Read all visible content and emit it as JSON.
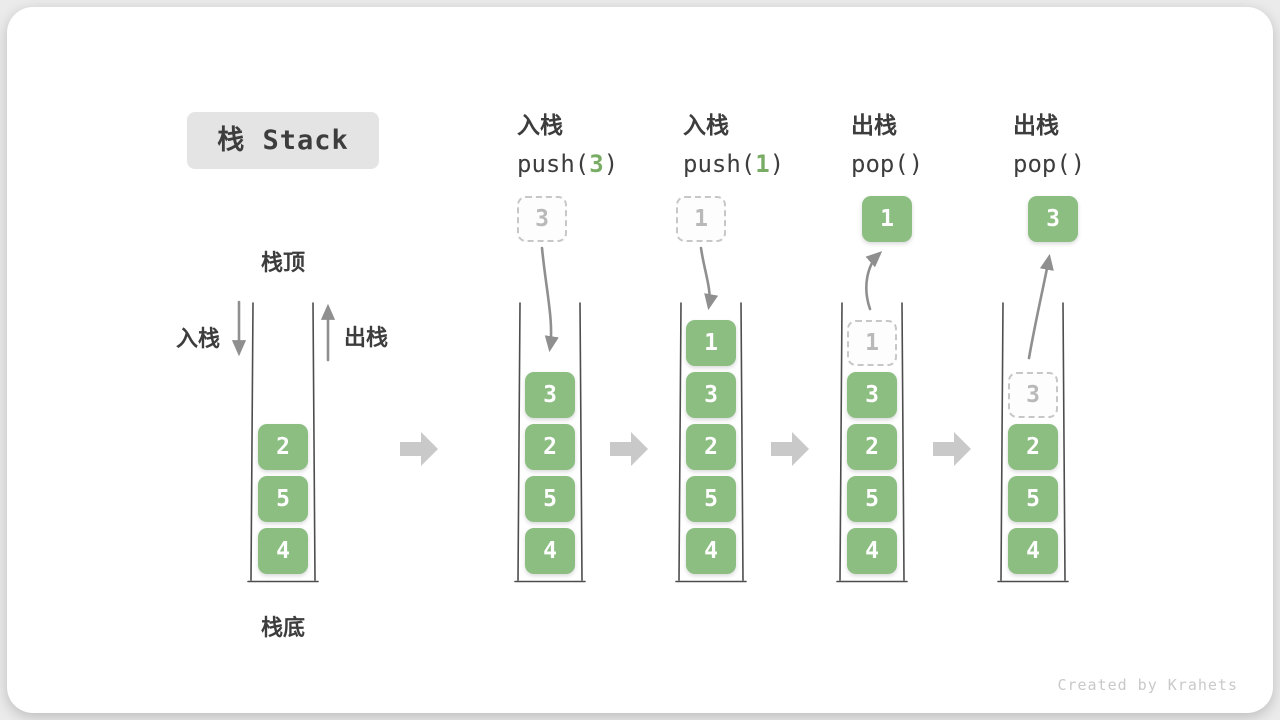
{
  "title": "栈 Stack",
  "watermark": "Created by Krahets",
  "labels": {
    "stack_top": "栈顶",
    "stack_bottom": "栈底",
    "push_side": "入栈",
    "pop_side": "出栈"
  },
  "colors": {
    "green": "#8cbe82",
    "green_text": "#ffffff",
    "code_arg_green": "#79ad66",
    "dark_text": "#3d3d3d",
    "arrow_grey": "#8f8f8f",
    "block_arrow_grey": "#c9c9c9",
    "dashed_border": "#c7c7c7",
    "dashed_text": "#b9b9b9",
    "container_stroke": "#4d4d4d",
    "title_bg": "#e4e4e4",
    "card_bg": "#ffffff",
    "page_bg": "#ebebeb",
    "watermark_grey": "#c9c9c9"
  },
  "steps": [
    {
      "name": "initial",
      "stack": [
        {
          "value": "2",
          "style": "solid"
        },
        {
          "value": "5",
          "style": "solid"
        },
        {
          "value": "4",
          "style": "solid"
        }
      ]
    },
    {
      "name": "push-3",
      "op": {
        "action": "入栈",
        "code_pre": "push(",
        "code_arg": "3",
        "code_post": ")"
      },
      "floating": {
        "value": "3",
        "style": "dashed"
      },
      "stack": [
        {
          "value": "3",
          "style": "solid"
        },
        {
          "value": "2",
          "style": "solid"
        },
        {
          "value": "5",
          "style": "solid"
        },
        {
          "value": "4",
          "style": "solid"
        }
      ]
    },
    {
      "name": "push-1",
      "op": {
        "action": "入栈",
        "code_pre": "push(",
        "code_arg": "1",
        "code_post": ")"
      },
      "floating": {
        "value": "1",
        "style": "dashed"
      },
      "stack": [
        {
          "value": "1",
          "style": "solid"
        },
        {
          "value": "3",
          "style": "solid"
        },
        {
          "value": "2",
          "style": "solid"
        },
        {
          "value": "5",
          "style": "solid"
        },
        {
          "value": "4",
          "style": "solid"
        }
      ]
    },
    {
      "name": "pop-1",
      "op": {
        "action": "出栈",
        "code_pre": "pop(",
        "code_arg": "",
        "code_post": ")"
      },
      "floating": {
        "value": "1",
        "style": "solid"
      },
      "stack": [
        {
          "value": "1",
          "style": "dashed"
        },
        {
          "value": "3",
          "style": "solid"
        },
        {
          "value": "2",
          "style": "solid"
        },
        {
          "value": "5",
          "style": "solid"
        },
        {
          "value": "4",
          "style": "solid"
        }
      ]
    },
    {
      "name": "pop-3",
      "op": {
        "action": "出栈",
        "code_pre": "pop(",
        "code_arg": "",
        "code_post": ")"
      },
      "floating": {
        "value": "3",
        "style": "solid"
      },
      "stack": [
        {
          "value": "3",
          "style": "dashed"
        },
        {
          "value": "2",
          "style": "solid"
        },
        {
          "value": "5",
          "style": "solid"
        },
        {
          "value": "4",
          "style": "solid"
        }
      ]
    }
  ]
}
